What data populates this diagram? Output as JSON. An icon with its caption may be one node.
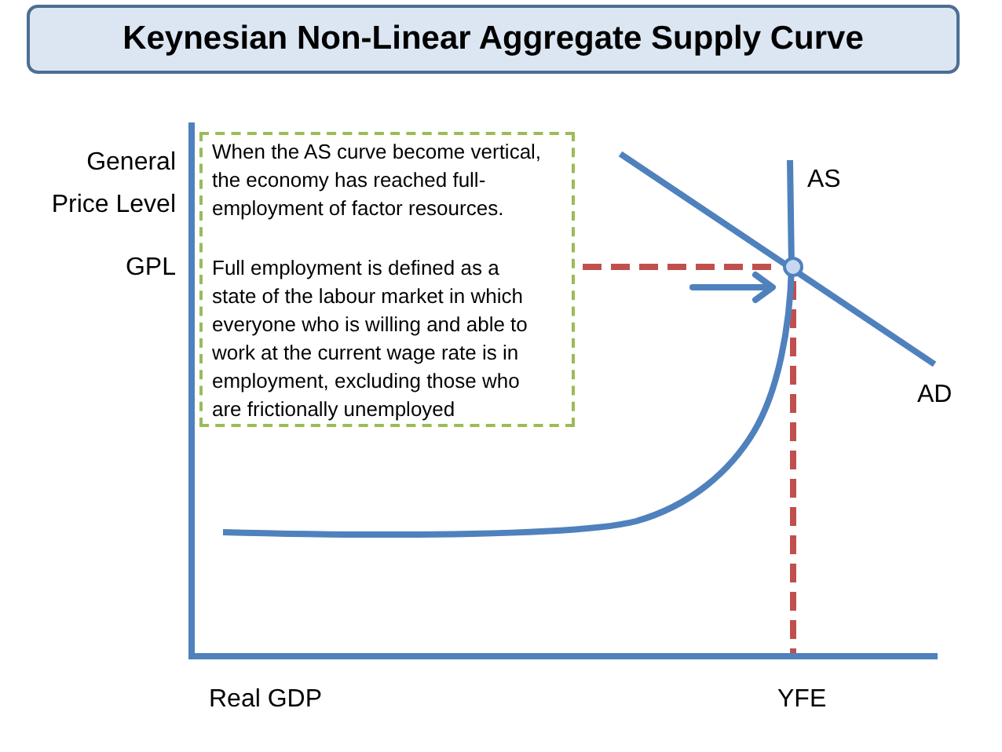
{
  "diagram": {
    "title": "Keynesian Non-Linear Aggregate Supply Curve",
    "nodes": [
      {
        "text": [
          "When the AS curve become vertical, the economy has reached full-employment of factor resources.",
          "Full employment is defined as a state of the labour market in which everyone who is willing and able to work at the current wage rate is in employment, excluding those who are frictionally unemployed"
        ]
      }
    ],
    "labels": [
      "General Price Level",
      "GPL",
      "AS",
      "AD",
      "Real GDP",
      "YFE"
    ]
  }
}
